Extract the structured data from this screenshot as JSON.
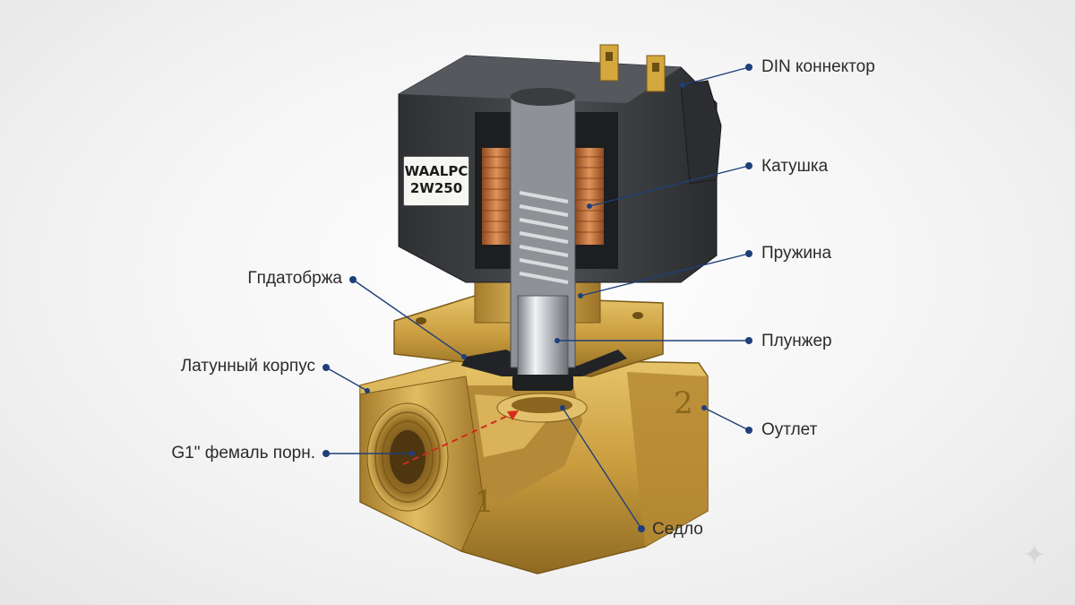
{
  "labels": {
    "din_connector": "DIN коннектор",
    "coil": "Катушка",
    "spring": "Пружина",
    "plunger": "Плунжер",
    "outlet": "Оутлет",
    "seat": "Седло",
    "gasket": "Гпдатобржа",
    "brass_body": "Латунный корпус",
    "port": "G1\" фемаль порн."
  },
  "nameplate": {
    "line1": "WAALPC",
    "line2": "2W250"
  },
  "port_numbers": {
    "inlet": "1",
    "outlet": "2"
  },
  "colors": {
    "brass": "#c9a049",
    "brass_dark": "#8a6a22",
    "coil_housing": "#3b3d40",
    "copper": "#c0703a",
    "steel": "#b8bcc0",
    "leader_line": "#1f3f7a",
    "flow_arrow": "#d62a1e"
  },
  "icons": {
    "watermark": "sparkle-icon"
  }
}
